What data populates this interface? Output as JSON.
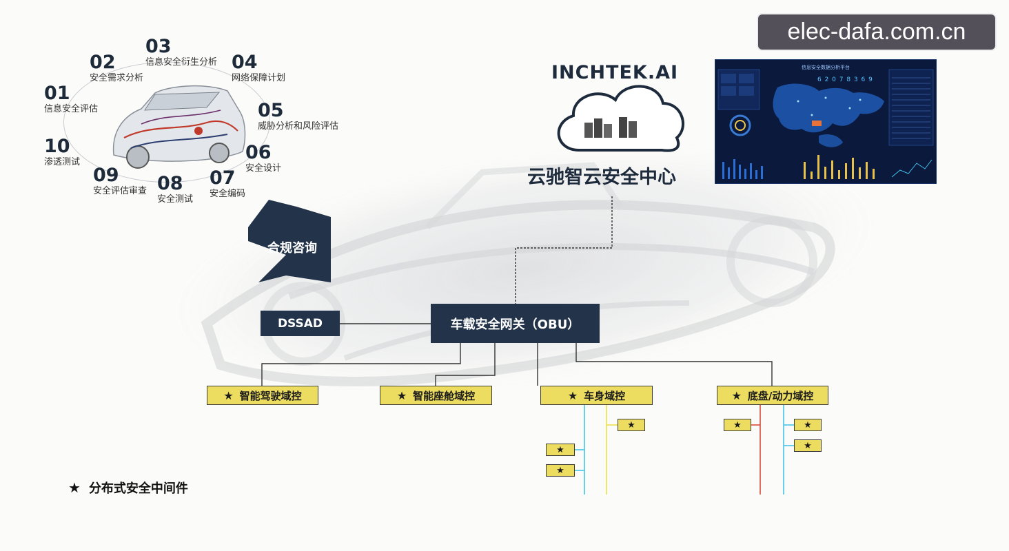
{
  "watermark": "elec-dafa.com.cn",
  "lifecycle": [
    {
      "num": "01",
      "label": "信息安全评估"
    },
    {
      "num": "02",
      "label": "安全需求分析"
    },
    {
      "num": "03",
      "label": "信息安全衍生分析"
    },
    {
      "num": "04",
      "label": "网络保障计划"
    },
    {
      "num": "05",
      "label": "威胁分析和风险评估"
    },
    {
      "num": "06",
      "label": "安全设计"
    },
    {
      "num": "07",
      "label": "安全编码"
    },
    {
      "num": "08",
      "label": "安全测试"
    },
    {
      "num": "09",
      "label": "安全评估审查"
    },
    {
      "num": "10",
      "label": "渗透测试"
    }
  ],
  "brand": "INCHTEK.AI",
  "cloud_title": "云驰智云安全中心",
  "dashboard": {
    "title": "信息安全数据分析平台",
    "counter": "6 2 0 7 8 3 6 9"
  },
  "compliance_label": "合规咨询",
  "dssad_label": "DSSAD",
  "obu_label": "车载安全网关（OBU）",
  "star": "★",
  "domains": [
    {
      "label": "智能驾驶域控"
    },
    {
      "label": "智能座舱域控"
    },
    {
      "label": "车身域控"
    },
    {
      "label": "底盘/动力域控"
    }
  ],
  "legend_label": "分布式安全中间件",
  "colors": {
    "navy": "#22334a",
    "yellow": "#ecdc60",
    "cyan": "#46c4e4",
    "bus_yellow": "#ece04a",
    "red": "#d94a3a"
  }
}
